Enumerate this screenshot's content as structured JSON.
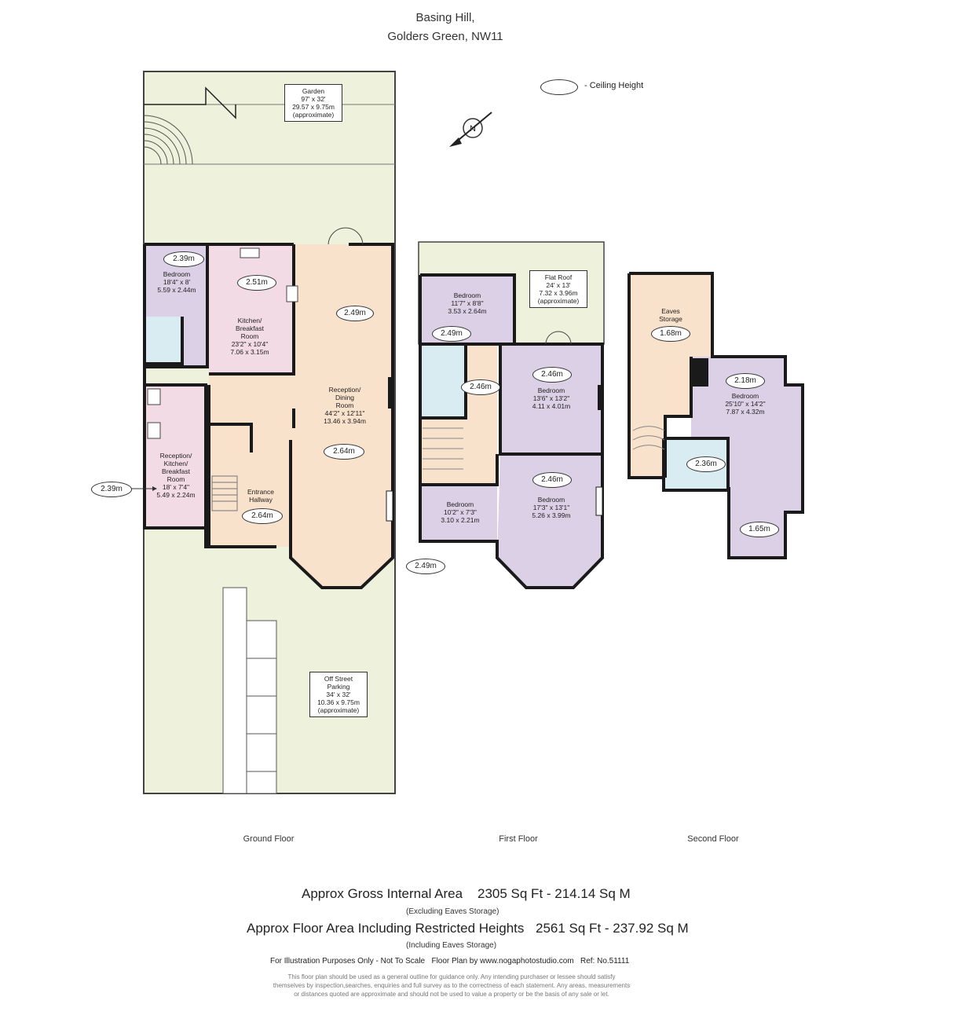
{
  "header": {
    "title_line1": "Basing Hill,",
    "title_line2": "Golders Green, NW11"
  },
  "legend": {
    "ceiling_height_label": "- Ceiling Height"
  },
  "ground_floor": {
    "name": "Ground Floor",
    "garden": [
      "Garden",
      "97' x 32'",
      "29.57 x 9.75m",
      "(approximate)"
    ],
    "bedroom": [
      "Bedroom",
      "18'4\" x 8'",
      "5.59 x 2.44m"
    ],
    "bedroom_ceiling": "2.39m",
    "kitchen": [
      "Kitchen/",
      "Breakfast",
      "Room",
      "23'2\" x 10'4\"",
      "7.06 x 3.15m"
    ],
    "kitchen_ceiling": "2.51m",
    "reception_dining": [
      "Reception/",
      "Dining",
      "Room",
      "44'2\" x 12'11\"",
      "13.46 x 3.94m"
    ],
    "reception_ceiling_top": "2.49m",
    "reception_ceiling_bottom": "2.64m",
    "reception_kitchen": [
      "Reception/",
      "Kitchen/",
      "Breakfast",
      "Room",
      "18' x 7'4\"",
      "5.49 x 2.24m"
    ],
    "reception_kitchen_ceiling": "2.39m",
    "entrance": [
      "Entrance",
      "Hallway"
    ],
    "entrance_ceiling": "2.64m",
    "parking": [
      "Off Street",
      "Parking",
      "34' x 32'",
      "10.36 x 9.75m",
      "(approximate)"
    ]
  },
  "first_floor": {
    "name": "First Floor",
    "flat_roof": [
      "Flat Roof",
      "24' x 13'",
      "7.32 x 3.96m",
      "(approximate)"
    ],
    "bedroom_a": [
      "Bedroom",
      "11'7\" x 8'8\"",
      "3.53 x 2.64m"
    ],
    "bedroom_a_ceiling": "2.49m",
    "landing_ceiling": "2.46m",
    "bedroom_b": [
      "Bedroom",
      "13'6\" x 13'2\"",
      "4.11 x 4.01m"
    ],
    "bedroom_b_ceiling": "2.46m",
    "bedroom_c": [
      "Bedroom",
      "17'3\" x 13'1\"",
      "5.26 x 3.99m"
    ],
    "bedroom_c_ceiling": "2.46m",
    "bedroom_d": [
      "Bedroom",
      "10'2\" x 7'3\"",
      "3.10 x 2.21m"
    ],
    "bedroom_d_ceiling": "2.49m"
  },
  "second_floor": {
    "name": "Second Floor",
    "eaves": [
      "Eaves",
      "Storage"
    ],
    "eaves_ceiling": "1.68m",
    "bedroom": [
      "Bedroom",
      "25'10\" x 14'2\"",
      "7.87 x 4.32m"
    ],
    "bedroom_ceiling": "2.18m",
    "bath_ceiling": "2.36m",
    "restricted_ceiling": "1.65m"
  },
  "areas": {
    "gross_label": "Approx Gross Internal Area",
    "gross_value": "2305 Sq Ft  -  214.14 Sq M",
    "gross_note": "(Excluding Eaves Storage)",
    "restricted_label": "Approx Floor Area Including Restricted Heights",
    "restricted_value": "2561 Sq Ft  -  237.92 Sq M",
    "restricted_note": "(Including Eaves Storage)"
  },
  "footer": {
    "credit": "For Illustration Purposes Only - Not To Scale   Floor Plan by www.nogaphotostudio.com   Ref: No.51111",
    "disclaimer_1": "This floor plan should be used as a general outline for guidance only. Any intending purchaser or lessee should satisfy",
    "disclaimer_2": "themselves by inspection,searches, enquiries and full survey as to the correctness of each statement. Any areas, measurements",
    "disclaimer_3": "or distances quoted are approximate and should not be used to value a property or be the basis of any sale or let."
  },
  "colors": {
    "outdoor": "#eef2dc",
    "purple": "#dcd0e6",
    "pink": "#f3dbe6",
    "peach": "#f9e2cc",
    "blue": "#d8ecf2",
    "wall": "#1a1a1a"
  }
}
